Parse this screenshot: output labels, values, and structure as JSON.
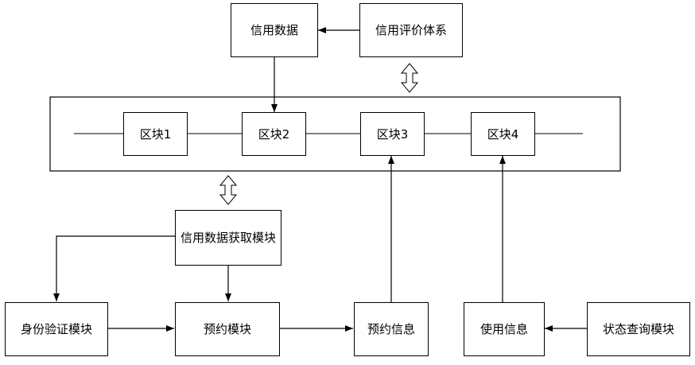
{
  "nodes": {
    "credit_data": "信用数据",
    "credit_eval": "信用评价体系",
    "block1": "区块1",
    "block2": "区块2",
    "block3": "区块3",
    "block4": "区块4",
    "credit_fetch": "信用数据获取模块",
    "identity": "身份验证模块",
    "reservation": "预约模块",
    "reservation_info": "预约信息",
    "usage_info": "使用信息",
    "status_query": "状态查询模块"
  }
}
